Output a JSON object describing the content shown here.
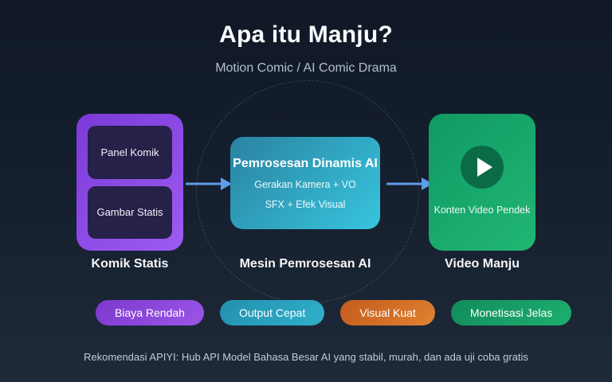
{
  "slide": {
    "title": "Apa itu Manju?",
    "subtitle": "Motion Comic / AI Comic Drama",
    "footer": "Rekomendasi APIYI: Hub API Model Bahasa Besar AI yang stabil, murah, dan ada uji coba gratis"
  },
  "flow": {
    "source": {
      "panels": [
        "Panel Komik",
        "Gambar Statis"
      ],
      "caption": "Komik Statis"
    },
    "engine": {
      "heading": "Pemrosesan Dinamis AI",
      "details": [
        "Gerakan Kamera + VO",
        "SFX + Efek Visual"
      ],
      "caption": "Mesin Pemrosesan AI"
    },
    "output": {
      "icon": "play-icon",
      "text": "Konten Video Pendek",
      "caption": "Video Manju"
    }
  },
  "badges": [
    {
      "label": "Biaya Rendah",
      "color": "#8b46db"
    },
    {
      "label": "Output Cepat",
      "color": "#29a0bc"
    },
    {
      "label": "Visual Kuat",
      "color": "#d26b26"
    },
    {
      "label": "Monetisasi Jelas",
      "color": "#17a268"
    }
  ],
  "colors": {
    "background_top": "#101826",
    "background_bottom": "#1f2a39",
    "accent_purple": "#8c46e2",
    "accent_teal": "#31b4d2",
    "accent_green": "#17a86c",
    "arrow_blue": "#5e9be8",
    "panel_dark": "#262148",
    "play_circle_green": "#0c6b47"
  }
}
